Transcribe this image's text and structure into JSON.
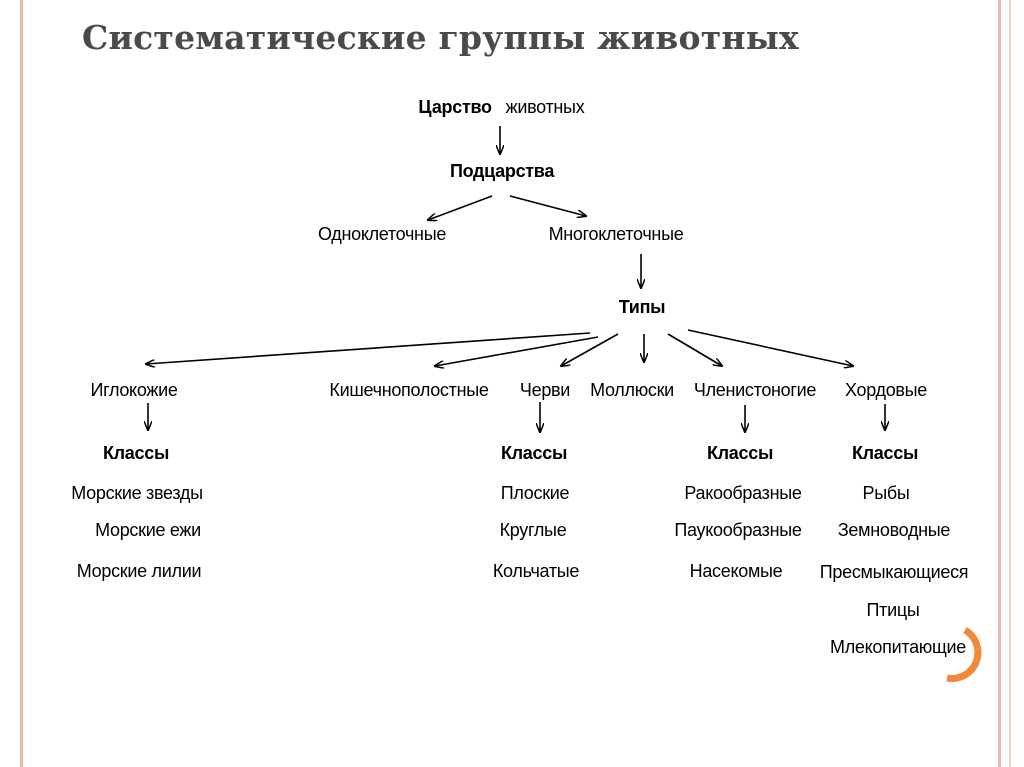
{
  "title": "Систематические группы животных",
  "kingdom": {
    "word1": "Царство",
    "word2": "животных"
  },
  "subkingdoms": {
    "heading": "Подцарства",
    "left": "Одноклеточные",
    "right": "Многоклеточные"
  },
  "types": {
    "heading": "Типы",
    "items": [
      "Иглокожие",
      "Кишечнополостные",
      "Черви",
      "Моллюски",
      "Членистоногие",
      "Хордовые"
    ]
  },
  "classes": {
    "echinoderms": {
      "heading": "Классы",
      "items": [
        "Морские звезды",
        "Морские ежи",
        "Морские лилии"
      ]
    },
    "worms": {
      "heading": "Классы",
      "items": [
        "Плоские",
        "Круглые",
        "Кольчатые"
      ]
    },
    "arthropods": {
      "heading": "Классы",
      "items": [
        "Ракообразные",
        "Паукообразные",
        "Насекомые"
      ]
    },
    "chordates": {
      "heading": "Классы",
      "items": [
        "Рыбы",
        "Земноводные",
        "Пресмыкающиеся",
        "Птицы",
        "Млекопитающие"
      ]
    }
  },
  "colors": {
    "frame": "#f1b8a8",
    "title": "#4a4a4a",
    "accent": "#f08a3c"
  }
}
